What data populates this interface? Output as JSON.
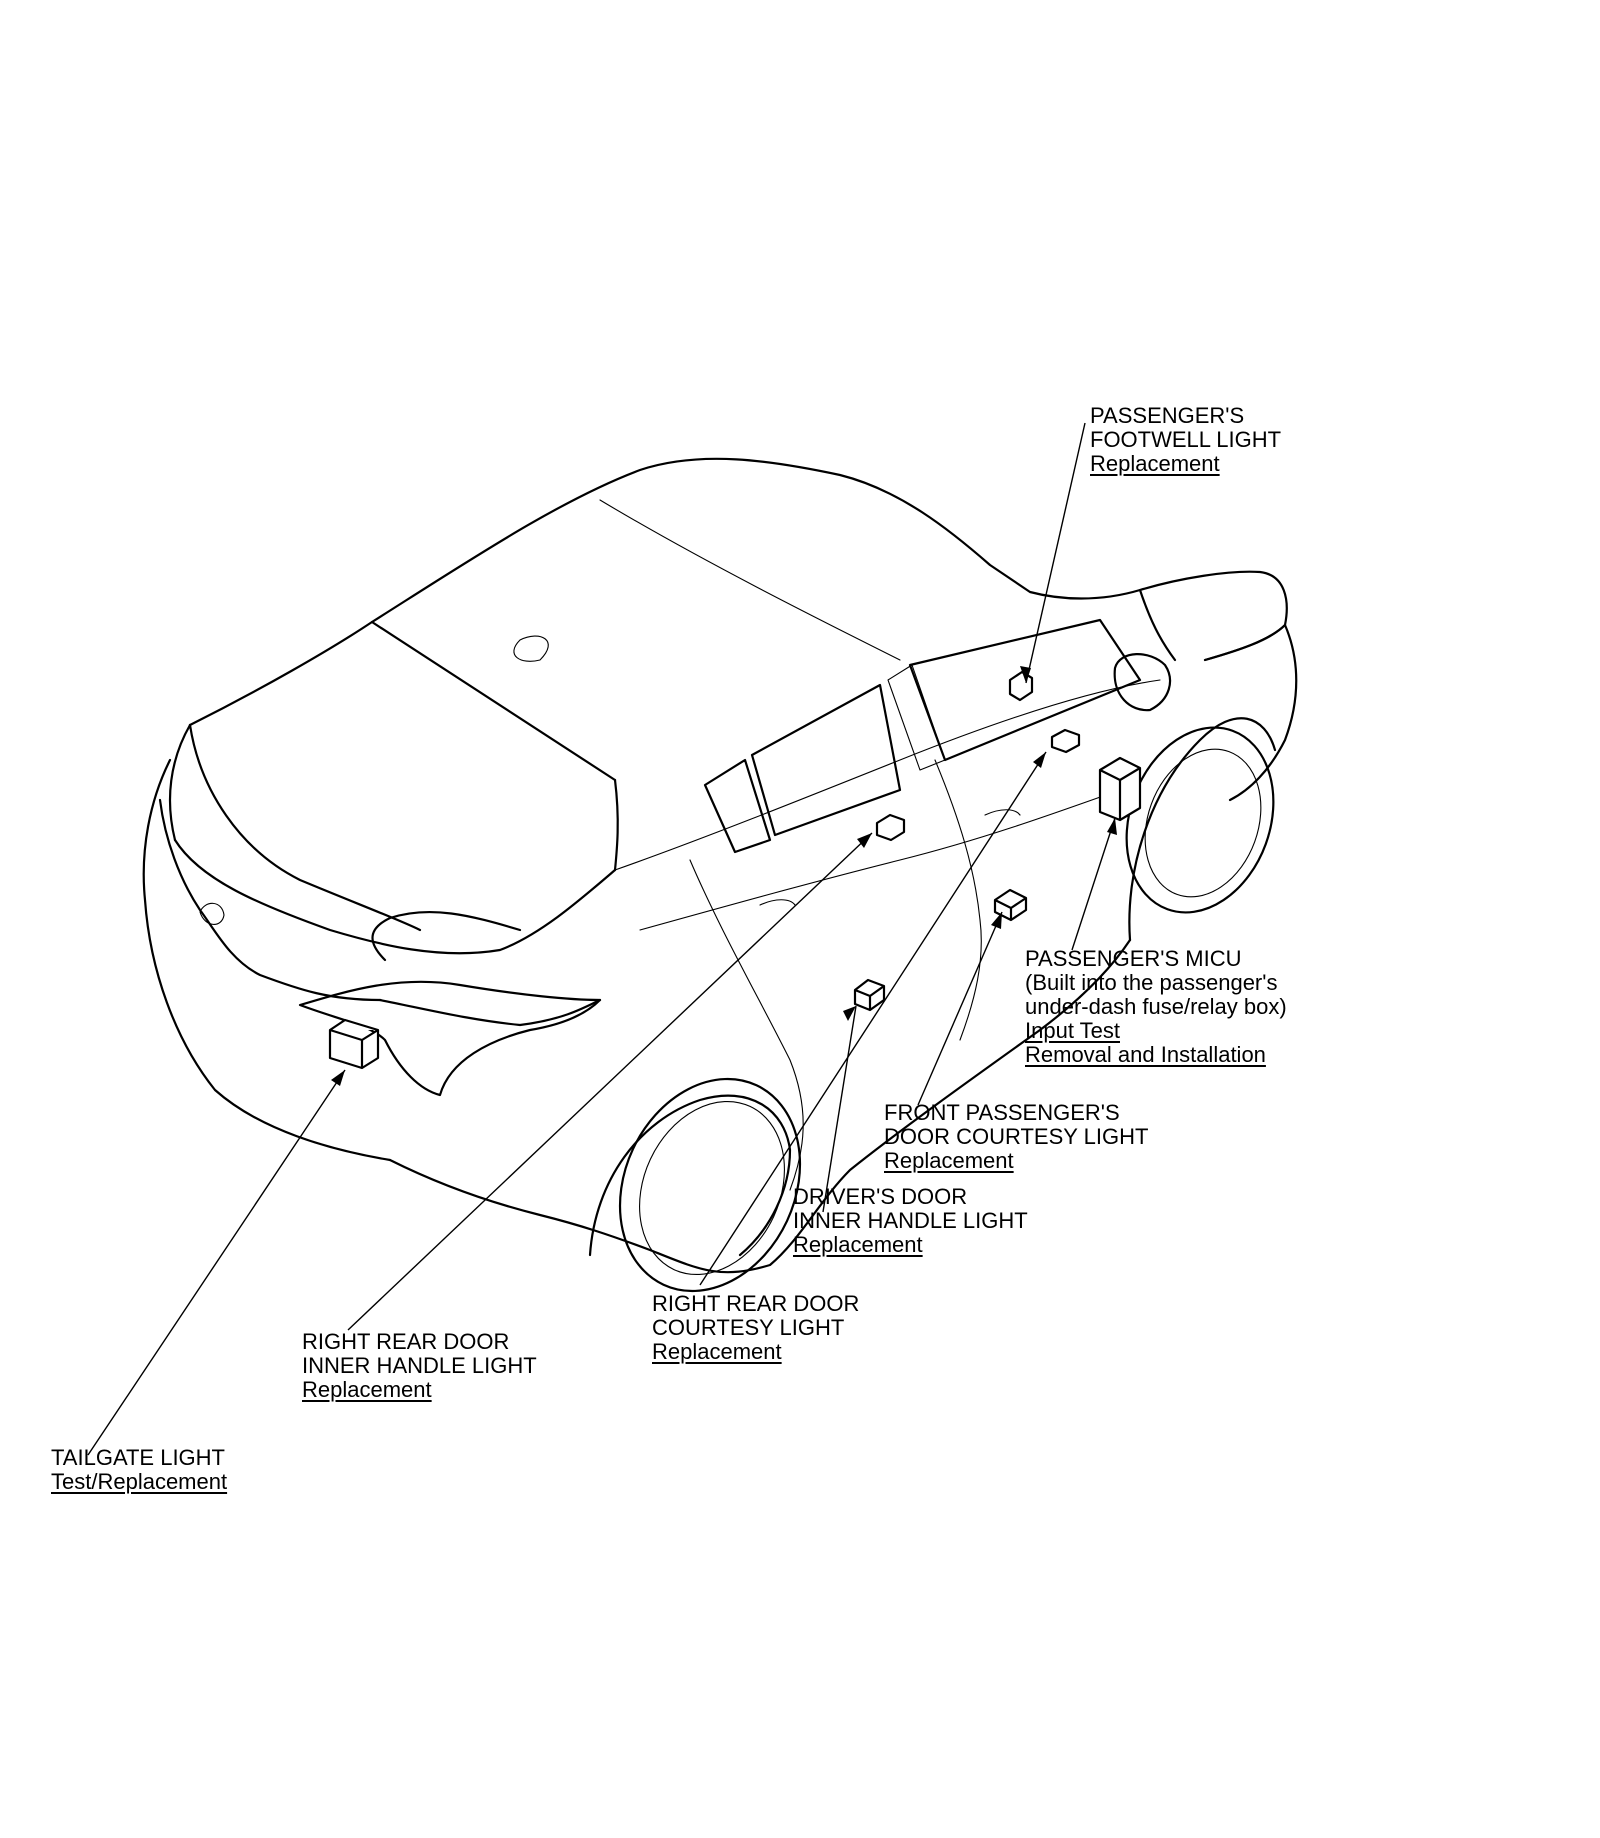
{
  "callouts": {
    "footwell": {
      "lines": [
        "PASSENGER'S",
        "FOOTWELL LIGHT"
      ],
      "links": [
        "Replacement"
      ]
    },
    "micu": {
      "lines": [
        "PASSENGER'S MICU",
        "(Built into the passenger's",
        "under-dash fuse/relay box)"
      ],
      "links": [
        "Input Test",
        "Removal and Installation"
      ]
    },
    "front_courtesy": {
      "lines": [
        "FRONT PASSENGER'S",
        "DOOR COURTESY LIGHT"
      ],
      "links": [
        "Replacement"
      ]
    },
    "driver_handle": {
      "lines": [
        "DRIVER'S DOOR",
        "INNER HANDLE LIGHT"
      ],
      "links": [
        "Replacement"
      ]
    },
    "rear_courtesy": {
      "lines": [
        "RIGHT REAR DOOR",
        "COURTESY LIGHT"
      ],
      "links": [
        "Replacement"
      ]
    },
    "rear_handle": {
      "lines": [
        "RIGHT REAR DOOR",
        "INNER HANDLE LIGHT"
      ],
      "links": [
        "Replacement"
      ]
    },
    "tailgate": {
      "lines": [
        "TAILGATE LIGHT"
      ],
      "links": [
        "Test/Replacement"
      ]
    }
  }
}
